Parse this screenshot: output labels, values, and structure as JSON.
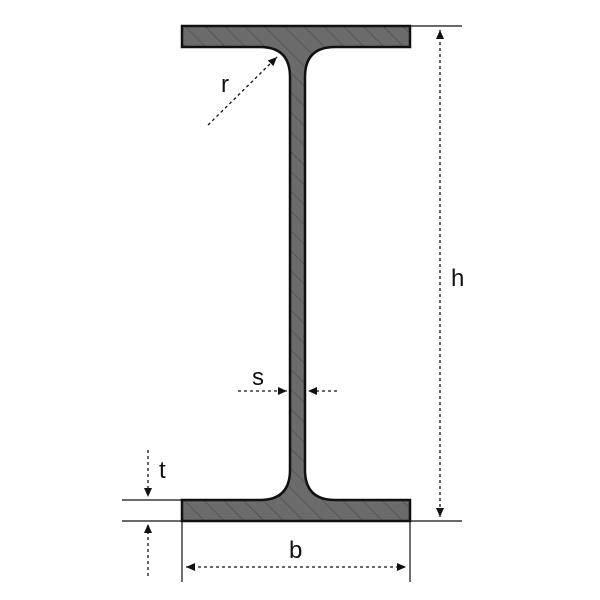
{
  "diagram": {
    "labels": {
      "radius": "r",
      "height": "h",
      "web_thickness": "s",
      "flange_thickness": "t",
      "width": "b"
    },
    "colors": {
      "section_fill": "#6b6b6b",
      "outline": "#111111",
      "hatch": "#3a3a3a",
      "dimension_line": "#111111",
      "background": "#ffffff"
    }
  }
}
